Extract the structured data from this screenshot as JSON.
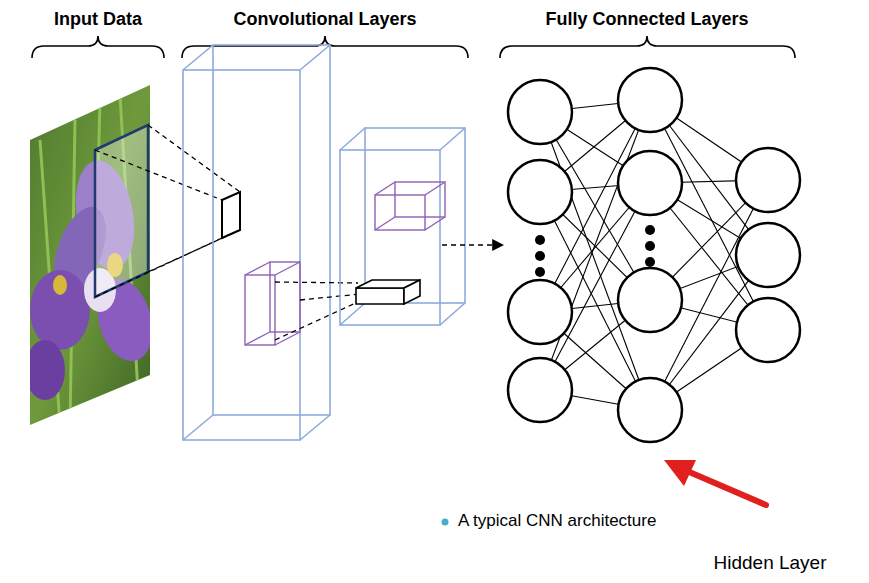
{
  "diagram": {
    "caption": "A typical CNN architecture",
    "labels": [
      "Input Data",
      "Convolutional Layers",
      "Fully Connected Layers",
      "Hidden Layer"
    ]
  }
}
